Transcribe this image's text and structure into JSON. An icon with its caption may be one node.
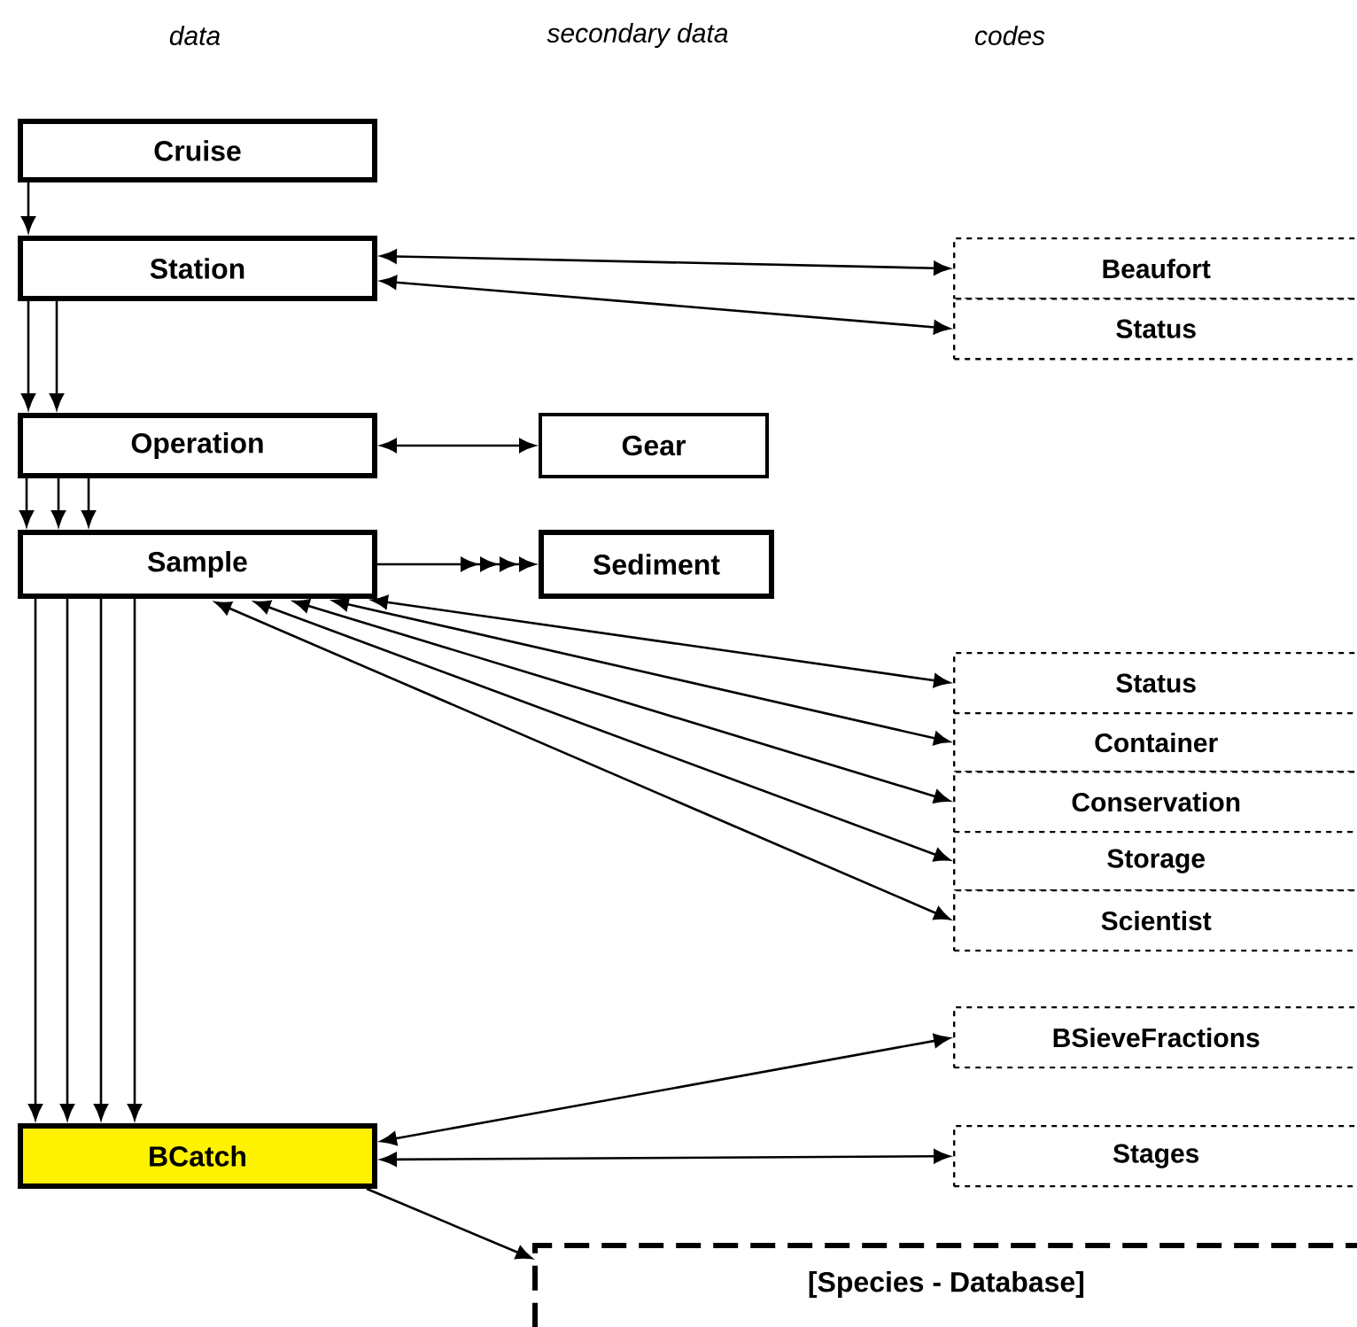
{
  "diagram": {
    "nodes": [
      {
        "text": [
          "Cruise"
        ]
      },
      {
        "text": [
          "Station"
        ]
      },
      {
        "text": [
          "Beaufort"
        ]
      },
      {
        "text": [
          "Status"
        ]
      },
      {
        "text": [
          "Operation"
        ]
      },
      {
        "text": [
          "Gear"
        ]
      },
      {
        "text": [
          "Sample"
        ]
      },
      {
        "text": [
          "Sediment"
        ]
      },
      {
        "text": [
          "Status"
        ]
      },
      {
        "text": [
          "Container"
        ]
      },
      {
        "text": [
          "Conservation"
        ]
      },
      {
        "text": [
          "Storage"
        ]
      },
      {
        "text": [
          "Scientist"
        ]
      },
      {
        "text": [
          "BSieveFractions"
        ]
      },
      {
        "text": [
          "BCatch"
        ]
      },
      {
        "text": [
          "Stages"
        ]
      },
      {
        "text": [
          "[Species - Database]"
        ]
      }
    ],
    "edges": [
      {
        "from": 0,
        "to": 1,
        "arrow": "to"
      },
      {
        "from": 1,
        "to": 4,
        "arrow": "to"
      },
      {
        "from": 1,
        "to": 4,
        "arrow": "to"
      },
      {
        "from": 1,
        "to": 2,
        "arrow": "both"
      },
      {
        "from": 1,
        "to": 3,
        "arrow": "both"
      },
      {
        "from": 4,
        "to": 5,
        "arrow": "both"
      },
      {
        "from": 4,
        "to": 6,
        "arrow": "to"
      },
      {
        "from": 4,
        "to": 6,
        "arrow": "to"
      },
      {
        "from": 4,
        "to": 6,
        "arrow": "to"
      },
      {
        "from": 6,
        "to": 7,
        "arrow": "to"
      },
      {
        "from": 6,
        "to": 8,
        "arrow": "both"
      },
      {
        "from": 6,
        "to": 9,
        "arrow": "both"
      },
      {
        "from": 6,
        "to": 10,
        "arrow": "both"
      },
      {
        "from": 6,
        "to": 11,
        "arrow": "both"
      },
      {
        "from": 6,
        "to": 12,
        "arrow": "both"
      },
      {
        "from": 6,
        "to": 14,
        "arrow": "to"
      },
      {
        "from": 6,
        "to": 14,
        "arrow": "to"
      },
      {
        "from": 6,
        "to": 14,
        "arrow": "to"
      },
      {
        "from": 6,
        "to": 14,
        "arrow": "to"
      },
      {
        "from": 14,
        "to": 13,
        "arrow": "both"
      },
      {
        "from": 14,
        "to": 15,
        "arrow": "both"
      },
      {
        "from": 14,
        "to": 16,
        "arrow": "to"
      }
    ],
    "labels": [
      "data",
      "secondary data",
      "codes"
    ]
  }
}
